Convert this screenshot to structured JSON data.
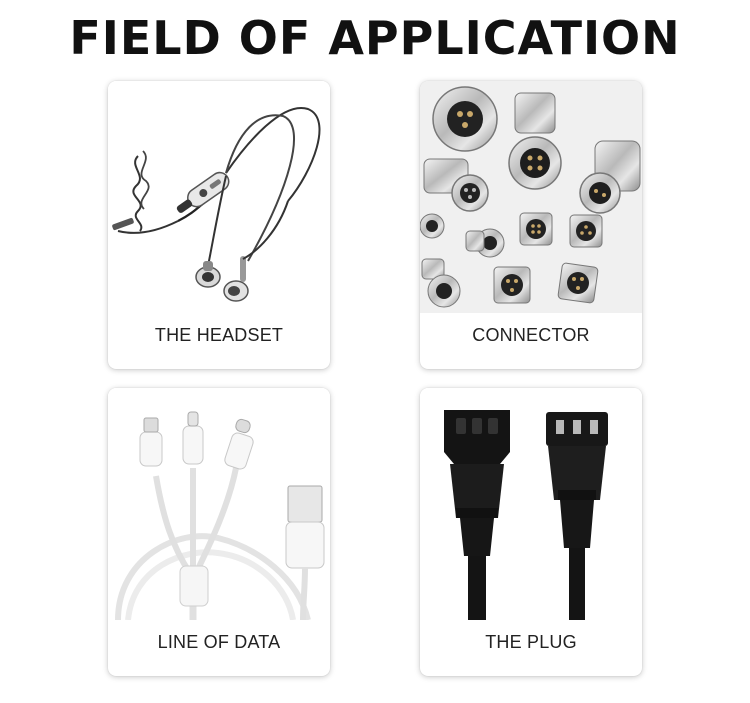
{
  "page": {
    "title": "FIELD OF APPLICATION"
  },
  "cards": [
    {
      "label": "THE HEADSET",
      "image": "earphones-photo"
    },
    {
      "label": "CONNECTOR",
      "image": "circular-connectors-photo"
    },
    {
      "label": "LINE OF DATA",
      "image": "usb-data-cable-photo"
    },
    {
      "label": "THE PLUG",
      "image": "power-cord-plug-photo"
    }
  ]
}
